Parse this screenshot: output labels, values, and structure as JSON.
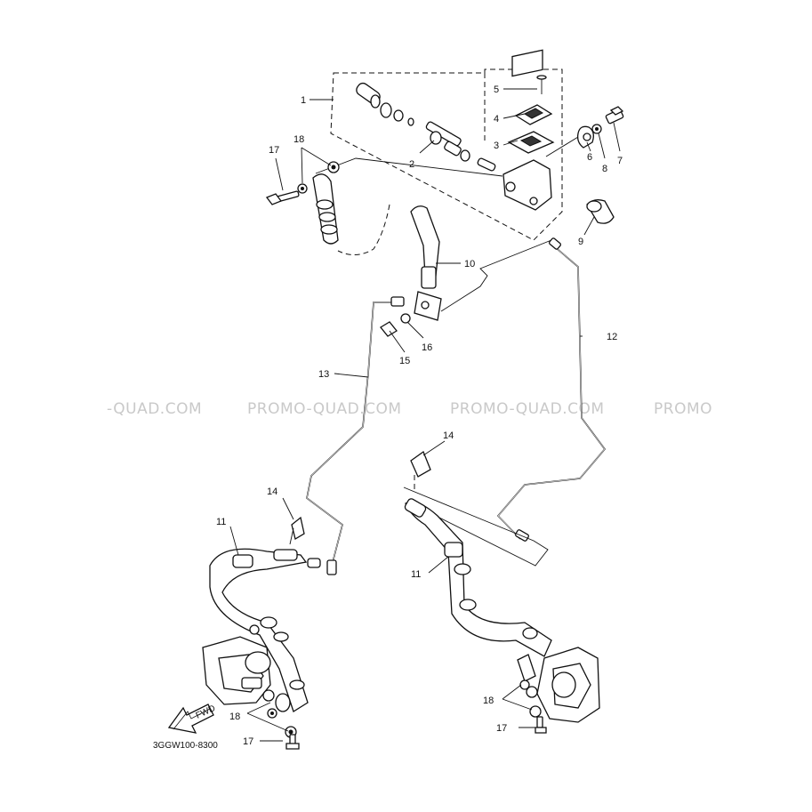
{
  "diagram": {
    "reference_code": "3GGW100-8300",
    "fwd_label": "FWD",
    "watermarks": [
      "-QUAD.COM",
      "PROMO-QUAD.COM",
      "PROMO-QUAD.COM",
      "PROMO"
    ],
    "callouts": {
      "c1": "1",
      "c2": "2",
      "c3": "3",
      "c4": "4",
      "c5": "5",
      "c6": "6",
      "c7": "7",
      "c8": "8",
      "c9": "9",
      "c10": "10",
      "c11a": "11",
      "c11b": "11",
      "c12": "12",
      "c13": "13",
      "c14a": "14",
      "c14b": "14",
      "c15": "15",
      "c16": "16",
      "c17a": "17",
      "c17b": "17",
      "c17c": "17",
      "c18a": "18",
      "c18b": "18",
      "c18c": "18"
    }
  }
}
